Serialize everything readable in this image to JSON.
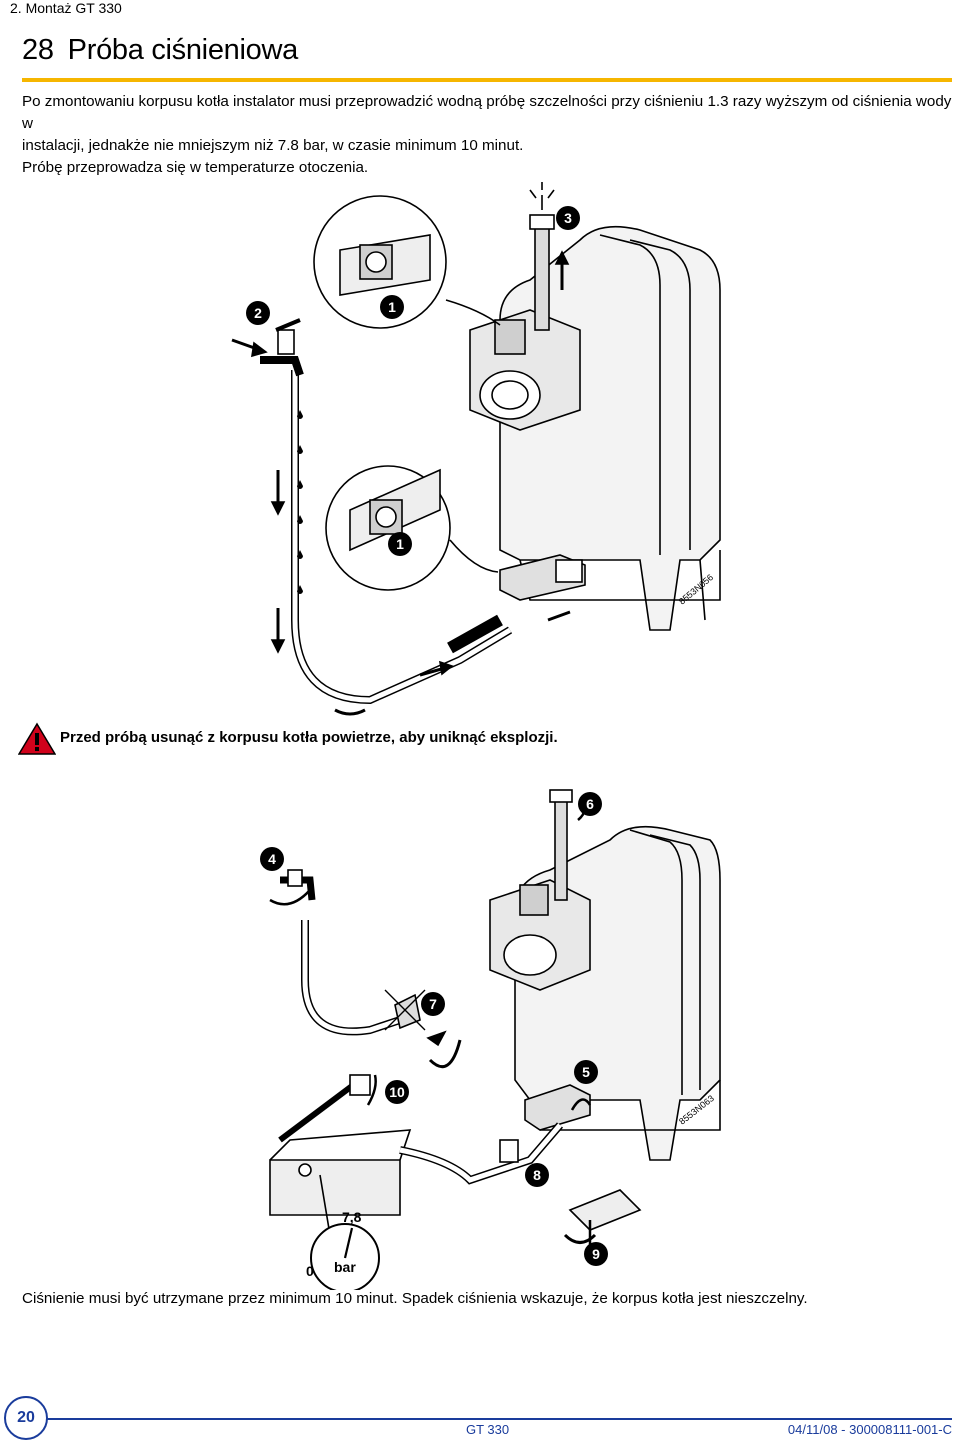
{
  "header": {
    "chapter": "2. Montaż GT 330"
  },
  "section": {
    "number": "28",
    "title": "Próba ciśnieniowa"
  },
  "intro": {
    "line1": "Po zmontowaniu korpusu kotła instalator musi przeprowadzić wodną próbę szczelności przy ciśnieniu 1.3 razy wyższym od ciśnienia wody w",
    "line2": "instalacji, jednakże nie mniejszym niż 7.8 bar, w czasie minimum 10 minut.",
    "line3": "Próbę przeprowadza się w temperaturze otoczenia."
  },
  "figure1": {
    "code": "8553N056",
    "badges": [
      "2",
      "1",
      "3",
      "1"
    ]
  },
  "warning": {
    "icon": "warning-triangle-icon",
    "text": "Przed próbą usunąć z korpusu kotła powietrze, aby uniknąć eksplozji."
  },
  "figure2": {
    "code": "8553N063",
    "badges": [
      "6",
      "4",
      "7",
      "5",
      "10",
      "8",
      "9"
    ],
    "gauge_value": "7,8",
    "gauge_zero": "0",
    "gauge_unit": "bar"
  },
  "caption": "Ciśnienie musi być utrzymane przez minimum 10 minut. Spadek ciśnienia wskazuje, że korpus kotła jest nieszczelny.",
  "footer": {
    "page": "20",
    "model": "GT 330",
    "doc_code": "04/11/08 - 300008111-001-C"
  },
  "colors": {
    "rule": "#f6b600",
    "footer": "#1a3c9c",
    "warning": "#d0021b"
  }
}
